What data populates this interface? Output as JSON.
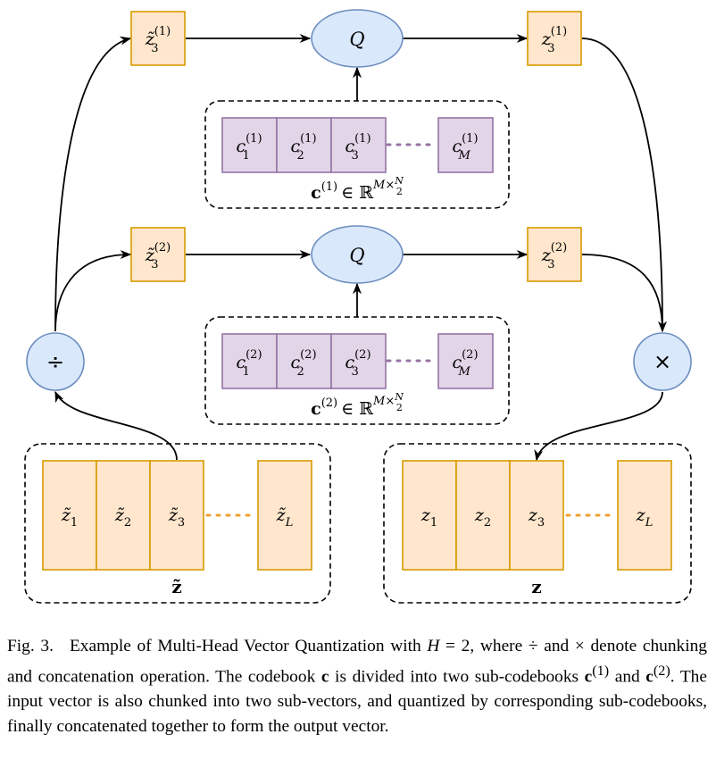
{
  "nodes": {
    "top_input": {
      "base": "z̃",
      "sub": "3",
      "sup": "(1)"
    },
    "top_quantizer": "Q",
    "top_output": {
      "base": "z",
      "sub": "3",
      "sup": "(1)"
    },
    "mid_input": {
      "base": "z̃",
      "sub": "3",
      "sup": "(2)"
    },
    "mid_quantizer": "Q",
    "mid_output": {
      "base": "z",
      "sub": "3",
      "sup": "(2)"
    },
    "chunk_op": "÷",
    "concat_op": "×"
  },
  "codebook1": {
    "cells": [
      {
        "base": "c",
        "sub": "1",
        "sup": "(1)"
      },
      {
        "base": "c",
        "sub": "2",
        "sup": "(1)"
      },
      {
        "base": "c",
        "sub": "3",
        "sup": "(1)"
      },
      {
        "base": "c",
        "sub": "M",
        "sup": "(1)"
      }
    ],
    "label": {
      "base": "c",
      "sup": "(1)",
      "rel": "∈ ℝ",
      "exp": "M×",
      "num": "N",
      "den": "2"
    }
  },
  "codebook2": {
    "cells": [
      {
        "base": "c",
        "sub": "1",
        "sup": "(2)"
      },
      {
        "base": "c",
        "sub": "2",
        "sup": "(2)"
      },
      {
        "base": "c",
        "sub": "3",
        "sup": "(2)"
      },
      {
        "base": "c",
        "sub": "M",
        "sup": "(2)"
      }
    ],
    "label": {
      "base": "c",
      "sup": "(2)",
      "rel": "∈ ℝ",
      "exp": "M×",
      "num": "N",
      "den": "2"
    }
  },
  "input_vector": {
    "cells": [
      {
        "base": "z̃",
        "sub": "1"
      },
      {
        "base": "z̃",
        "sub": "2"
      },
      {
        "base": "z̃",
        "sub": "3"
      },
      {
        "base": "z̃",
        "sub": "L"
      }
    ],
    "label": "z̃"
  },
  "output_vector": {
    "cells": [
      {
        "base": "z",
        "sub": "1"
      },
      {
        "base": "z",
        "sub": "2"
      },
      {
        "base": "z",
        "sub": "3"
      },
      {
        "base": "z",
        "sub": "L"
      }
    ],
    "label": "z"
  },
  "caption": {
    "label": "Fig. 3.",
    "t1": "Example of Multi-Head Vector Quantization with ",
    "h": "H",
    "t2": " = 2, where ÷ and × denote chunking and concatenation operation. The codebook ",
    "c": "c",
    "t3": " is divided into two sub-codebooks ",
    "c1": "c",
    "c1sup": "(1)",
    "t4": " and ",
    "c2": "c",
    "c2sup": "(2)",
    "t5": ". The input vector is also chunked into two sub-vectors, and quantized by corresponding sub-codebooks, finally concatenated together to form the output vector."
  },
  "colors": {
    "vector_fill": "#ffe6cc",
    "vector_stroke": "#d79b00",
    "codebook_fill": "#e1d5e7",
    "codebook_stroke": "#9673a6",
    "op_fill": "#dae8fc",
    "op_stroke": "#6c8ebf"
  }
}
